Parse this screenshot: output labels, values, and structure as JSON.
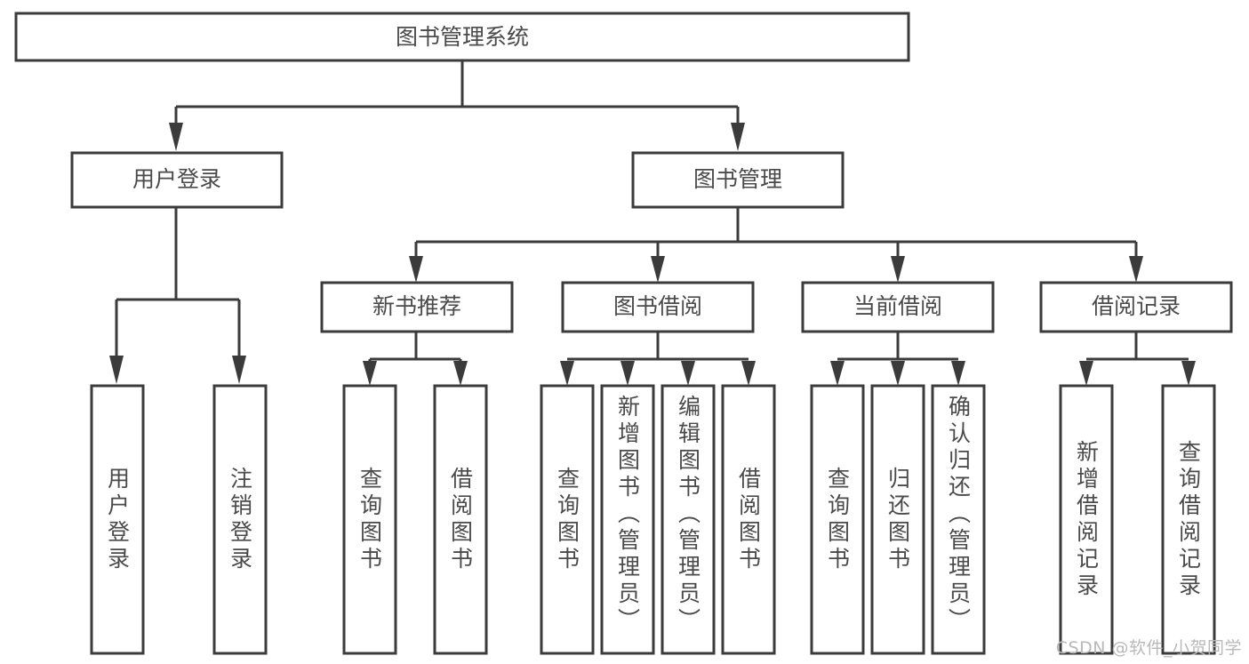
{
  "diagram": {
    "title": "图书管理系统",
    "watermark": "CSDN @软件_小贺同学",
    "colors": {
      "stroke": "#3b3b3b",
      "text": "#4a4a4a",
      "background": "#ffffff",
      "watermark": "#b9b9b9"
    },
    "root": {
      "label": "图书管理系统"
    },
    "level2": [
      {
        "label": "用户登录"
      },
      {
        "label": "图书管理"
      }
    ],
    "level3": [
      {
        "label": "新书推荐"
      },
      {
        "label": "图书借阅"
      },
      {
        "label": "当前借阅"
      },
      {
        "label": "借阅记录"
      }
    ],
    "leaves": {
      "user_login": [
        {
          "label": "用户登录"
        },
        {
          "label": "注销登录"
        }
      ],
      "new_book": [
        {
          "label": "查询图书"
        },
        {
          "label": "借阅图书"
        }
      ],
      "book_borrow": [
        {
          "label": "查询图书"
        },
        {
          "label": "新增图书（管理员）"
        },
        {
          "label": "编辑图书（管理员）"
        },
        {
          "label": "借阅图书"
        }
      ],
      "current_borrow": [
        {
          "label": "查询图书"
        },
        {
          "label": "归还图书"
        },
        {
          "label": "确认归还（管理员）"
        }
      ],
      "borrow_record": [
        {
          "label": "新增借阅记录"
        },
        {
          "label": "查询借阅记录"
        }
      ]
    }
  }
}
